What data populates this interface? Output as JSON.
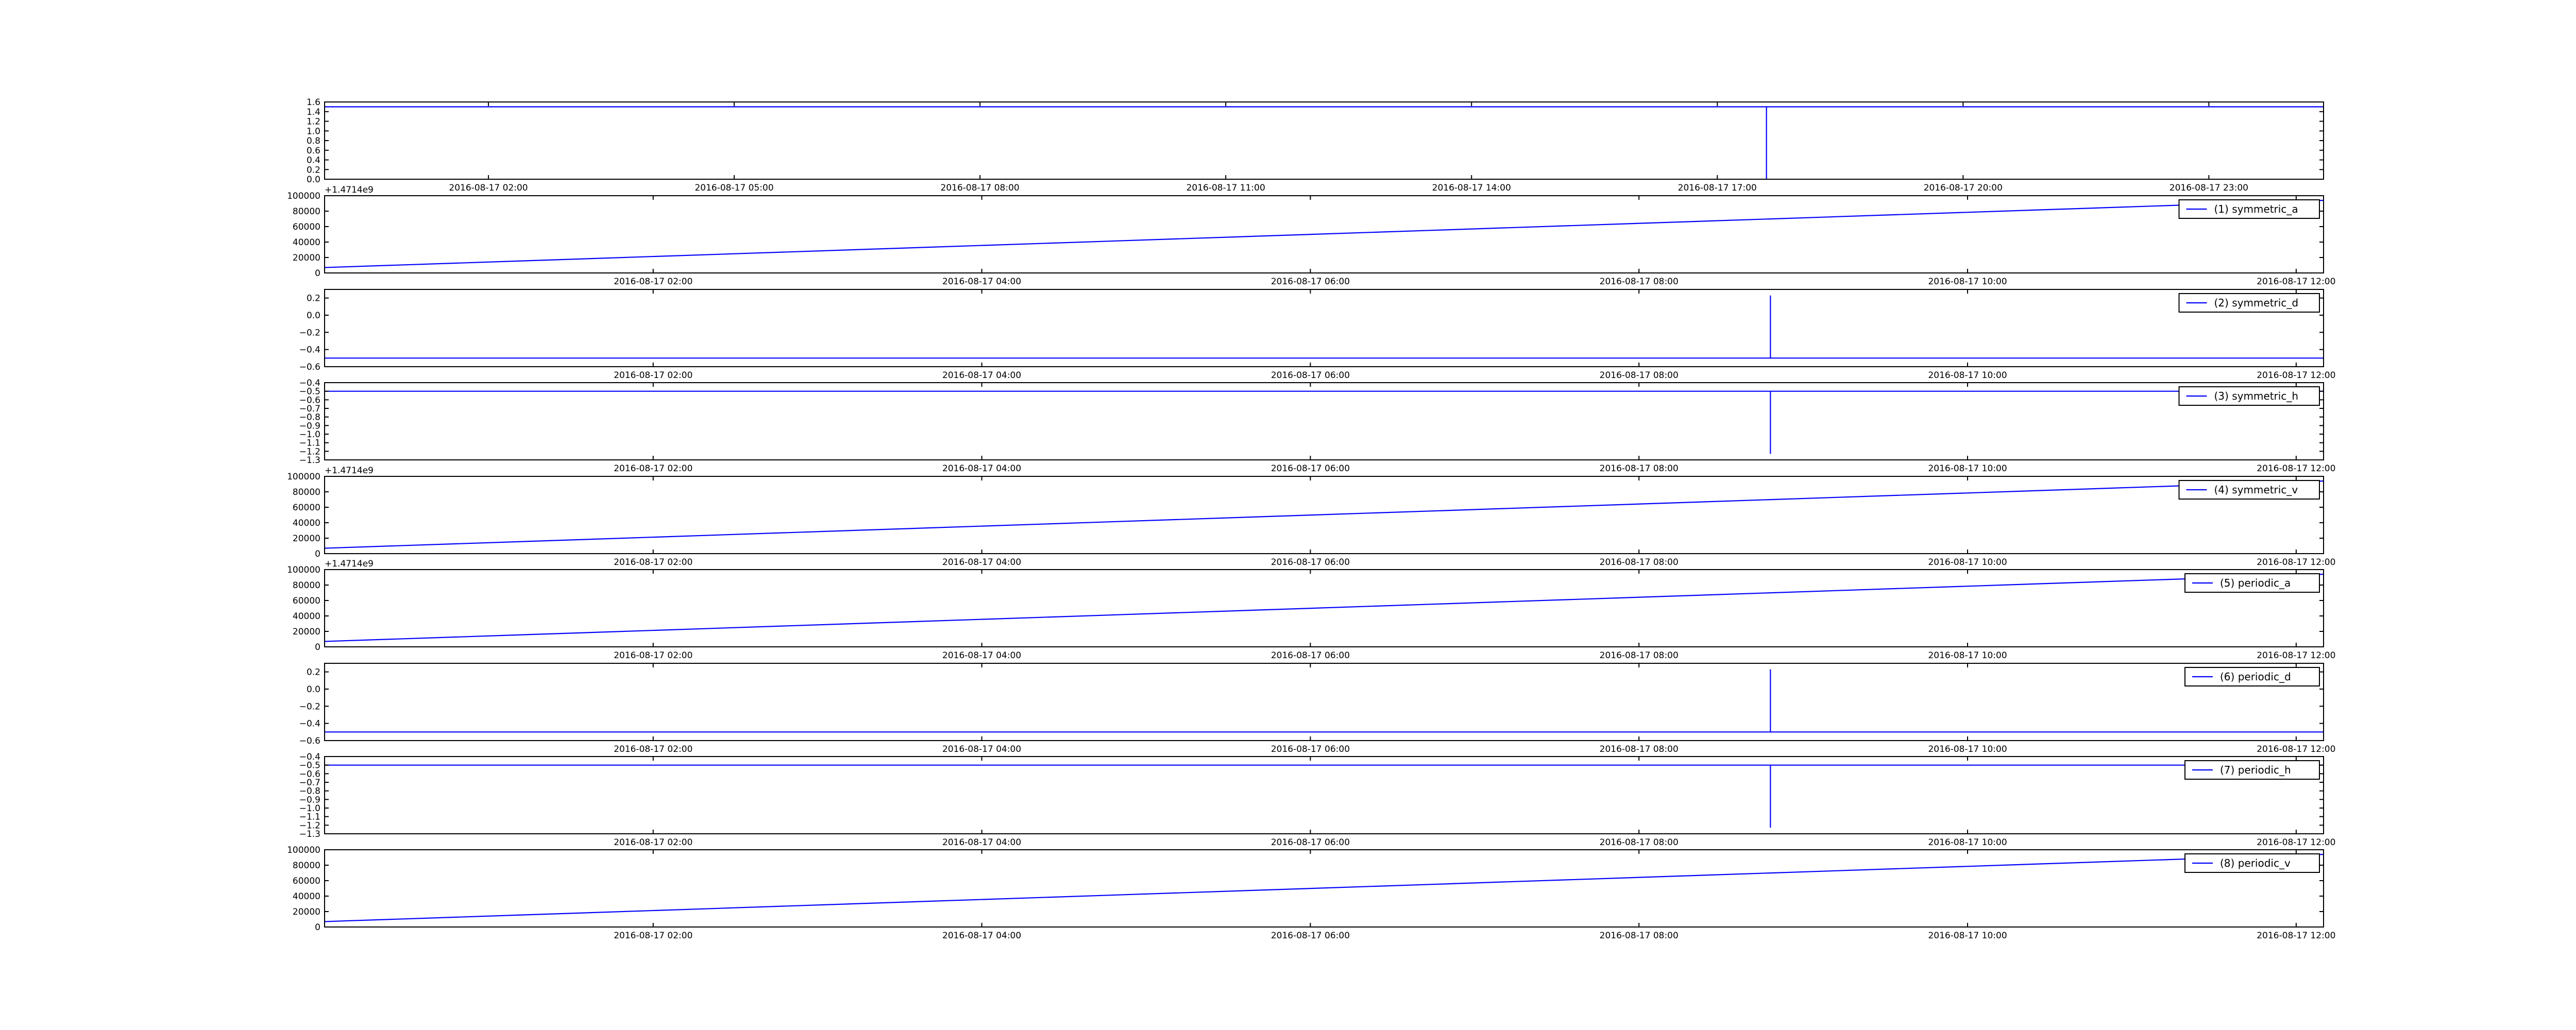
{
  "figure": {
    "line_color": "#0000ff",
    "background": "#ffffff"
  },
  "chart_data": [
    {
      "type": "line",
      "title": "",
      "xlabel": "",
      "ylabel": "",
      "legend": null,
      "legend_position": "none",
      "x_range": [
        "2016-08-17 00:00",
        "2016-08-18 00:24"
      ],
      "xticks": [
        "2016-08-17 02:00",
        "2016-08-17 05:00",
        "2016-08-17 08:00",
        "2016-08-17 11:00",
        "2016-08-17 14:00",
        "2016-08-17 17:00",
        "2016-08-17 20:00",
        "2016-08-17 23:00"
      ],
      "ylim": [
        0.0,
        1.6
      ],
      "yticks": [
        "0.0",
        "0.2",
        "0.4",
        "0.6",
        "0.8",
        "1.0",
        "1.2",
        "1.4",
        "1.6"
      ],
      "offset_text": "",
      "grid": false,
      "series": [
        {
          "x": [
            "2016-08-17 00:00",
            "2016-08-17 17:36",
            "2016-08-17 17:36",
            "2016-08-17 17:36",
            "2016-08-18 00:24"
          ],
          "y": [
            1.5,
            1.5,
            0.0,
            1.5,
            1.5
          ]
        }
      ]
    },
    {
      "type": "line",
      "title": "",
      "xlabel": "",
      "ylabel": "",
      "legend": "(1) symmetric_a",
      "legend_position": "upper right",
      "x_range": [
        "2016-08-17 00:00",
        "2016-08-17 12:10"
      ],
      "xticks": [
        "2016-08-17 02:00",
        "2016-08-17 04:00",
        "2016-08-17 06:00",
        "2016-08-17 08:00",
        "2016-08-17 10:00",
        "2016-08-17 12:00"
      ],
      "ylim": [
        0,
        100000
      ],
      "yticks": [
        "0",
        "20000",
        "40000",
        "60000",
        "80000",
        "100000"
      ],
      "offset_text": "+1.4714e9",
      "grid": false,
      "series": [
        {
          "x": [
            "2016-08-17 00:00",
            "2016-08-17 12:10"
          ],
          "y": [
            7000,
            94000
          ]
        }
      ]
    },
    {
      "type": "line",
      "title": "",
      "xlabel": "",
      "ylabel": "",
      "legend": "(2) symmetric_d",
      "legend_position": "upper right",
      "x_range": [
        "2016-08-17 00:00",
        "2016-08-17 12:10"
      ],
      "xticks": [
        "2016-08-17 02:00",
        "2016-08-17 04:00",
        "2016-08-17 06:00",
        "2016-08-17 08:00",
        "2016-08-17 10:00",
        "2016-08-17 12:00"
      ],
      "ylim": [
        -0.6,
        0.3
      ],
      "yticks": [
        "−0.6",
        "−0.4",
        "−0.2",
        "0.0",
        "0.2"
      ],
      "ytick_values": [
        -0.6,
        -0.4,
        -0.2,
        0.0,
        0.2
      ],
      "offset_text": "",
      "grid": false,
      "series": [
        {
          "x": [
            "2016-08-17 00:00",
            "2016-08-17 08:48",
            "2016-08-17 08:48",
            "2016-08-17 08:48",
            "2016-08-17 12:10"
          ],
          "y": [
            -0.5,
            -0.5,
            0.23,
            -0.5,
            -0.5
          ]
        }
      ]
    },
    {
      "type": "line",
      "title": "",
      "xlabel": "",
      "ylabel": "",
      "legend": "(3) symmetric_h",
      "legend_position": "upper right",
      "x_range": [
        "2016-08-17 00:00",
        "2016-08-17 12:10"
      ],
      "xticks": [
        "2016-08-17 02:00",
        "2016-08-17 04:00",
        "2016-08-17 06:00",
        "2016-08-17 08:00",
        "2016-08-17 10:00",
        "2016-08-17 12:00"
      ],
      "ylim": [
        -1.3,
        -0.4
      ],
      "yticks": [
        "−1.3",
        "−1.2",
        "−1.1",
        "−1.0",
        "−0.9",
        "−0.8",
        "−0.7",
        "−0.6",
        "−0.5",
        "−0.4"
      ],
      "ytick_values": [
        -1.3,
        -1.2,
        -1.1,
        -1.0,
        -0.9,
        -0.8,
        -0.7,
        -0.6,
        -0.5,
        -0.4
      ],
      "offset_text": "",
      "grid": false,
      "series": [
        {
          "x": [
            "2016-08-17 00:00",
            "2016-08-17 08:48",
            "2016-08-17 08:48",
            "2016-08-17 08:48",
            "2016-08-17 12:10"
          ],
          "y": [
            -0.5,
            -0.5,
            -1.23,
            -0.5,
            -0.5
          ]
        }
      ]
    },
    {
      "type": "line",
      "title": "",
      "xlabel": "",
      "ylabel": "",
      "legend": "(4) symmetric_v",
      "legend_position": "upper right",
      "x_range": [
        "2016-08-17 00:00",
        "2016-08-17 12:10"
      ],
      "xticks": [
        "2016-08-17 02:00",
        "2016-08-17 04:00",
        "2016-08-17 06:00",
        "2016-08-17 08:00",
        "2016-08-17 10:00",
        "2016-08-17 12:00"
      ],
      "ylim": [
        0,
        100000
      ],
      "yticks": [
        "0",
        "20000",
        "40000",
        "60000",
        "80000",
        "100000"
      ],
      "offset_text": "+1.4714e9",
      "grid": false,
      "series": [
        {
          "x": [
            "2016-08-17 00:00",
            "2016-08-17 12:10"
          ],
          "y": [
            7000,
            94000
          ]
        }
      ]
    },
    {
      "type": "line",
      "title": "",
      "xlabel": "",
      "ylabel": "",
      "legend": "(5) periodic_a",
      "legend_position": "upper right",
      "x_range": [
        "2016-08-17 00:00",
        "2016-08-17 12:10"
      ],
      "xticks": [
        "2016-08-17 02:00",
        "2016-08-17 04:00",
        "2016-08-17 06:00",
        "2016-08-17 08:00",
        "2016-08-17 10:00",
        "2016-08-17 12:00"
      ],
      "ylim": [
        0,
        100000
      ],
      "yticks": [
        "0",
        "20000",
        "40000",
        "60000",
        "80000",
        "100000"
      ],
      "offset_text": "+1.4714e9",
      "grid": false,
      "series": [
        {
          "x": [
            "2016-08-17 00:00",
            "2016-08-17 12:10"
          ],
          "y": [
            7000,
            94000
          ]
        }
      ]
    },
    {
      "type": "line",
      "title": "",
      "xlabel": "",
      "ylabel": "",
      "legend": "(6) periodic_d",
      "legend_position": "upper right",
      "x_range": [
        "2016-08-17 00:00",
        "2016-08-17 12:10"
      ],
      "xticks": [
        "2016-08-17 02:00",
        "2016-08-17 04:00",
        "2016-08-17 06:00",
        "2016-08-17 08:00",
        "2016-08-17 10:00",
        "2016-08-17 12:00"
      ],
      "ylim": [
        -0.6,
        0.3
      ],
      "yticks": [
        "−0.6",
        "−0.4",
        "−0.2",
        "0.0",
        "0.2"
      ],
      "ytick_values": [
        -0.6,
        -0.4,
        -0.2,
        0.0,
        0.2
      ],
      "offset_text": "",
      "grid": false,
      "series": [
        {
          "x": [
            "2016-08-17 00:00",
            "2016-08-17 08:48",
            "2016-08-17 08:48",
            "2016-08-17 08:48",
            "2016-08-17 12:10"
          ],
          "y": [
            -0.5,
            -0.5,
            0.23,
            -0.5,
            -0.5
          ]
        }
      ]
    },
    {
      "type": "line",
      "title": "",
      "xlabel": "",
      "ylabel": "",
      "legend": "(7) periodic_h",
      "legend_position": "upper right",
      "x_range": [
        "2016-08-17 00:00",
        "2016-08-17 12:10"
      ],
      "xticks": [
        "2016-08-17 02:00",
        "2016-08-17 04:00",
        "2016-08-17 06:00",
        "2016-08-17 08:00",
        "2016-08-17 10:00",
        "2016-08-17 12:00"
      ],
      "ylim": [
        -1.3,
        -0.4
      ],
      "yticks": [
        "−1.3",
        "−1.2",
        "−1.1",
        "−1.0",
        "−0.9",
        "−0.8",
        "−0.7",
        "−0.6",
        "−0.5",
        "−0.4"
      ],
      "ytick_values": [
        -1.3,
        -1.2,
        -1.1,
        -1.0,
        -0.9,
        -0.8,
        -0.7,
        -0.6,
        -0.5,
        -0.4
      ],
      "offset_text": "",
      "grid": false,
      "series": [
        {
          "x": [
            "2016-08-17 00:00",
            "2016-08-17 08:48",
            "2016-08-17 08:48",
            "2016-08-17 08:48",
            "2016-08-17 12:10"
          ],
          "y": [
            -0.5,
            -0.5,
            -1.23,
            -0.5,
            -0.5
          ]
        }
      ]
    },
    {
      "type": "line",
      "title": "",
      "xlabel": "",
      "ylabel": "",
      "legend": "(8) periodic_v",
      "legend_position": "upper right",
      "x_range": [
        "2016-08-17 00:00",
        "2016-08-17 12:10"
      ],
      "xticks": [
        "2016-08-17 02:00",
        "2016-08-17 04:00",
        "2016-08-17 06:00",
        "2016-08-17 08:00",
        "2016-08-17 10:00",
        "2016-08-17 12:00"
      ],
      "ylim": [
        0,
        100000
      ],
      "yticks": [
        "0",
        "20000",
        "40000",
        "60000",
        "80000",
        "100000"
      ],
      "offset_text": "",
      "grid": false,
      "series": [
        {
          "x": [
            "2016-08-17 00:00",
            "2016-08-17 12:10"
          ],
          "y": [
            7000,
            94000
          ]
        }
      ]
    }
  ]
}
